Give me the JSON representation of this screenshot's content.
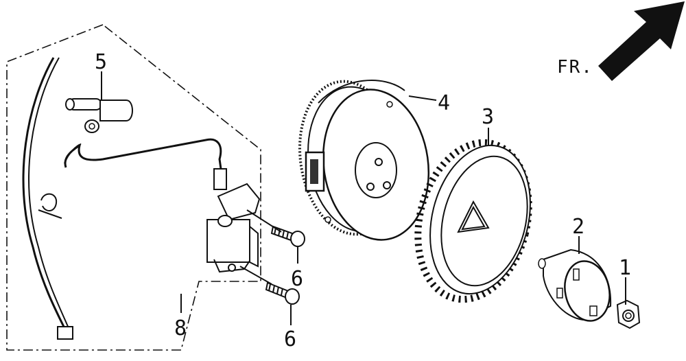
{
  "direction_label": "FR.",
  "callouts": {
    "part1": "1",
    "part2": "2",
    "part3": "3",
    "part4": "4",
    "part5": "5",
    "part6a": "6",
    "part6b": "6",
    "part8": "8"
  }
}
